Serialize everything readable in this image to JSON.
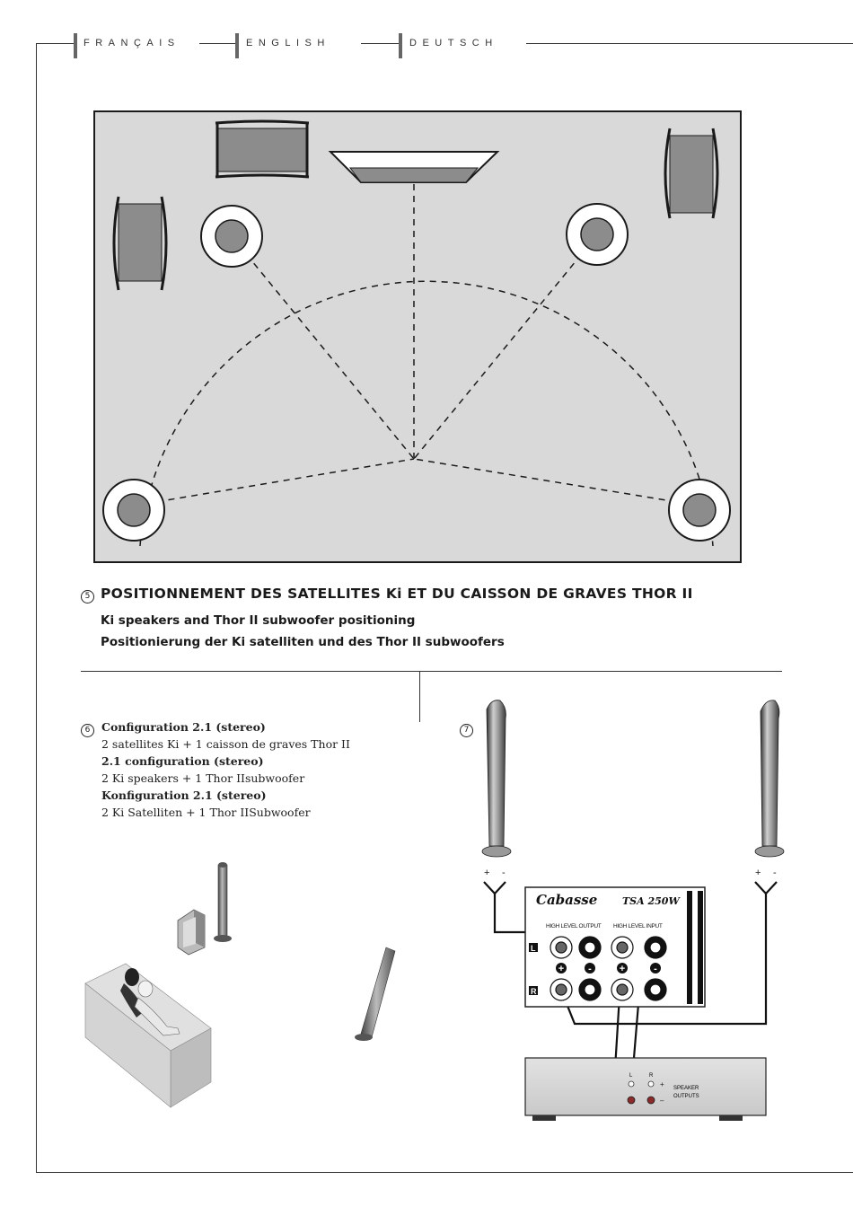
{
  "header": {
    "languages": [
      "FRANÇAIS",
      "ENGLISH",
      "DEUTSCH"
    ]
  },
  "section5": {
    "number": "5",
    "title": "POSITIONNEMENT DES SATELLITES Ki ET DU CAISSON DE GRAVES THOR II",
    "subtitle_en": "Ki speakers and Thor II subwoofer positioning",
    "subtitle_de": "Positionierung der Ki satelliten und des Thor II subwoofers"
  },
  "section6": {
    "number": "6",
    "fr_title": "Configuration 2.1 (stereo)",
    "fr_text": "2 satellites Ki + 1 caisson de graves Thor II",
    "en_title": "2.1 configuration (stereo)",
    "en_text": "2 Ki speakers + 1 Thor IIsubwoofer",
    "de_title": "Konfiguration 2.1 (stereo)",
    "de_text": "2 Ki Satelliten + 1 Thor IISubwoofer"
  },
  "section7": {
    "number": "7",
    "brand": "Cabasse",
    "model": "TSA 250W",
    "high_level_output": "HIGH LEVEL OUTPUT",
    "high_level_input": "HIGH LEVEL INPUT",
    "channel_left": "L",
    "channel_right": "R",
    "plus": "+",
    "minus": "-",
    "amp_left": "L",
    "amp_right": "R",
    "speaker_outputs_line1": "SPEAKER",
    "speaker_outputs_line2": "OUTPUTS",
    "amp_plus": "+",
    "amp_minus": "–"
  },
  "colors": {
    "room_fill": "#d9d9d9",
    "speaker_grey": "#8c8c8c",
    "ink": "#1a1a1a"
  }
}
